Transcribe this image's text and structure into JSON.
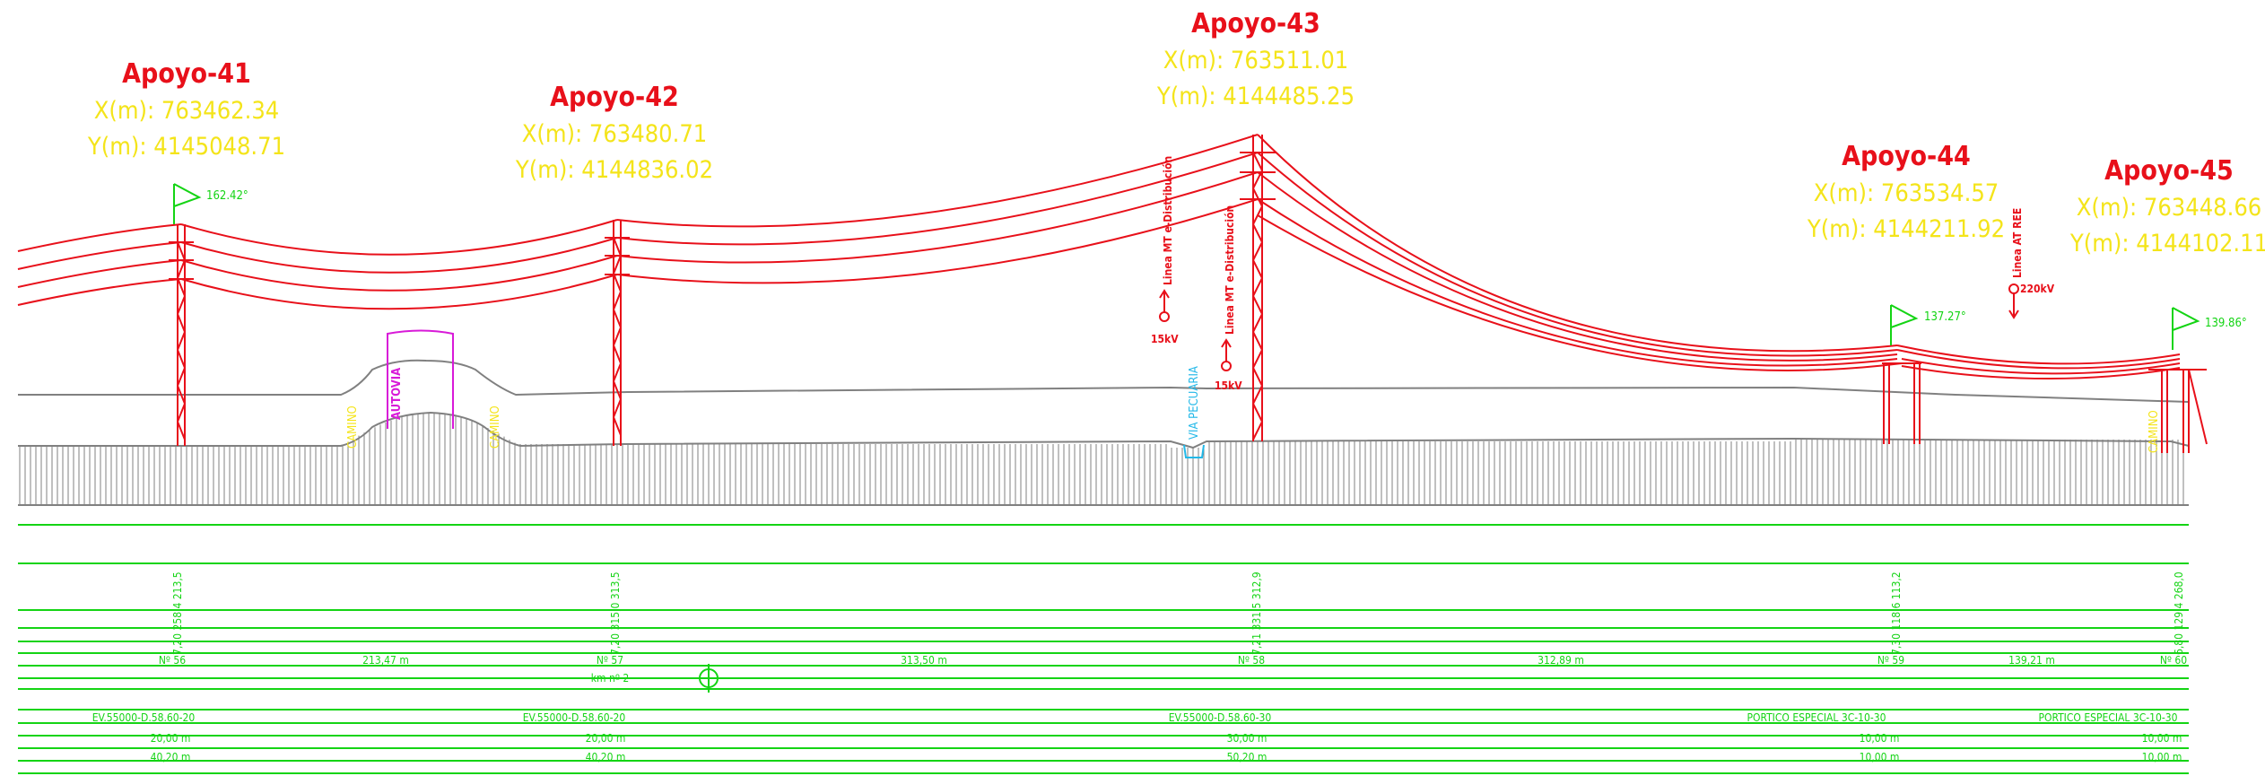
{
  "supports": [
    {
      "name": "Apoyo-41",
      "x": "X(m): 763462.34",
      "y": "Y(m): 4145048.71",
      "angle": "162.42°",
      "numero": "Nº 56",
      "vertical_values": "7,20 258,4  213,5",
      "armado": "EV.55000-D.58.60-20",
      "altura": "20,00 m",
      "altura_total": "40,20 m"
    },
    {
      "name": "Apoyo-42",
      "x": "X(m): 763480.71",
      "y": "Y(m): 4144836.02",
      "angle": "",
      "numero": "Nº 57",
      "vertical_values": "7,20 315,0  313,5",
      "armado": "EV.55000-D.58.60-20",
      "altura": "20,00 m",
      "altura_total": "40,20 m"
    },
    {
      "name": "Apoyo-43",
      "x": "X(m): 763511.01",
      "y": "Y(m): 4144485.25",
      "angle": "",
      "numero": "Nº 58",
      "vertical_values": "7,21 331,5  312,9",
      "armado": "EV.55000-D.58.60-30",
      "altura": "30,00 m",
      "altura_total": "50,20 m"
    },
    {
      "name": "Apoyo-44",
      "x": "X(m): 763534.57",
      "y": "Y(m): 4144211.92",
      "angle": "137.27°",
      "numero": "Nº 59",
      "vertical_values": "7,30 118,6  113,2",
      "armado": "PORTICO ESPECIAL 3C-10-30",
      "altura": "10,00 m",
      "altura_total": "10,00 m"
    },
    {
      "name": "Apoyo-45",
      "x": "X(m): 763448.66",
      "y": "Y(m): 4144102.11",
      "angle": "139.86°",
      "numero": "Nº 60",
      "vertical_values": "6,80 129,4  268,0",
      "armado": "PORTICO ESPECIAL 3C-10-30",
      "altura": "10,00 m",
      "altura_total": "10,00 m"
    }
  ],
  "spans": [
    "213,47 m",
    "313,50 m",
    "312,89 m",
    "139,21 m"
  ],
  "km_label": "km nº 2",
  "crossings": {
    "autovia": "AUTOVIA",
    "camino_1": "CAMINO",
    "camino_2": "CAMINO",
    "camino_3": "CAMINO",
    "via_pecuaria": "VIA PECUARIA",
    "linea_mt_1": "Linea MT e-Distribución",
    "linea_mt_1_voltage": "15kV",
    "linea_mt_2": "Linea MT e-Distribución",
    "linea_mt_2_voltage": "15kV",
    "linea_at": "Linea AT REE",
    "linea_at_voltage": "220kV"
  },
  "colors": {
    "conductor": "#e8101a",
    "guide": "#14d414",
    "coords": "#f4e41a",
    "terrain": "#808080",
    "autovia": "#d81ad8",
    "via": "#22b8e8"
  }
}
